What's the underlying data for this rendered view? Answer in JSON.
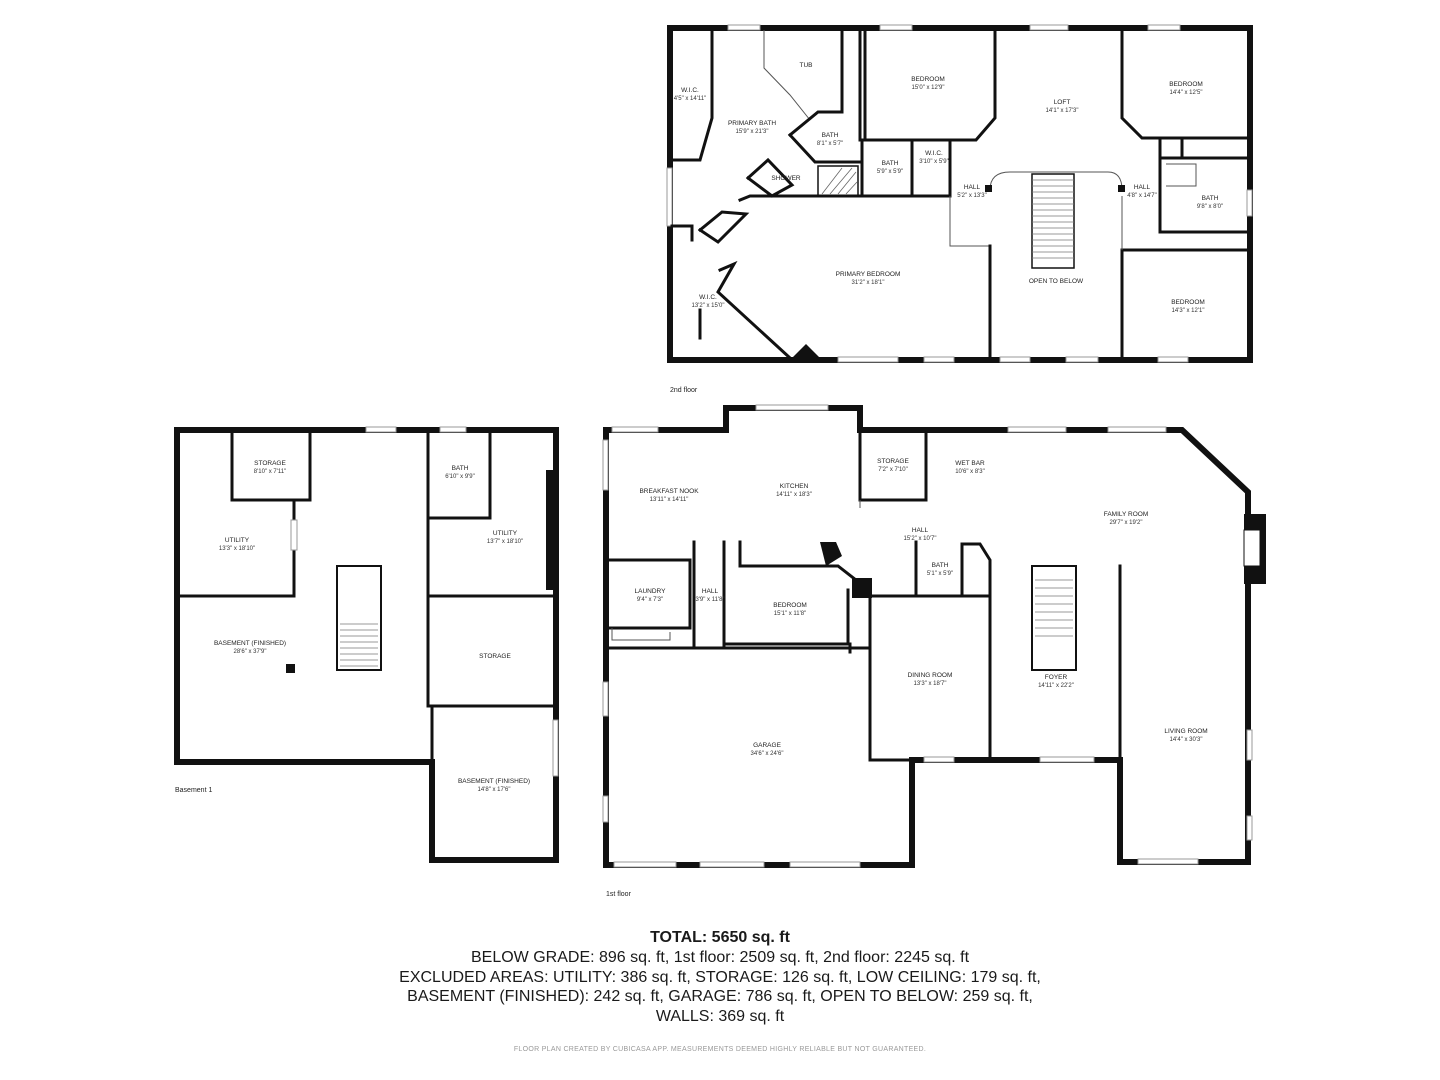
{
  "floors": {
    "second": {
      "label": "2nd floor",
      "rooms": [
        {
          "name": "TUB",
          "dims": ""
        },
        {
          "name": "W.I.C.",
          "dims": "4'5\" x 14'11\""
        },
        {
          "name": "PRIMARY BATH",
          "dims": "15'9\" x 21'3\""
        },
        {
          "name": "BATH",
          "dims": "8'1\" x 5'7\""
        },
        {
          "name": "BEDROOM",
          "dims": "15'0\" x 12'9\""
        },
        {
          "name": "BATH",
          "dims": "5'9\" x 5'9\""
        },
        {
          "name": "W.I.C.",
          "dims": "3'10\" x 5'9\""
        },
        {
          "name": "SHOWER",
          "dims": ""
        },
        {
          "name": "LOFT",
          "dims": "14'1\" x 17'3\""
        },
        {
          "name": "HALL",
          "dims": "5'2\" x 13'3\""
        },
        {
          "name": "HALL",
          "dims": "4'8\" x 14'7\""
        },
        {
          "name": "BEDROOM",
          "dims": "14'4\" x 12'5\""
        },
        {
          "name": "BATH",
          "dims": "9'8\" x 8'0\""
        },
        {
          "name": "PRIMARY BEDROOM",
          "dims": "31'2\" x 18'1\""
        },
        {
          "name": "W.I.C.",
          "dims": "13'2\" x 15'0\""
        },
        {
          "name": "OPEN TO BELOW",
          "dims": ""
        },
        {
          "name": "BEDROOM",
          "dims": "14'3\" x 12'1\""
        }
      ]
    },
    "basement": {
      "label": "Basement 1",
      "rooms": [
        {
          "name": "STORAGE",
          "dims": "8'10\" x 7'11\""
        },
        {
          "name": "BATH",
          "dims": "6'10\" x 9'9\""
        },
        {
          "name": "UTILITY",
          "dims": "13'3\" x 18'10\""
        },
        {
          "name": "UTILITY",
          "dims": "13'7\" x 18'10\""
        },
        {
          "name": "BASEMENT (FINISHED)",
          "dims": "28'6\" x 37'9\""
        },
        {
          "name": "STORAGE",
          "dims": ""
        },
        {
          "name": "BASEMENT (FINISHED)",
          "dims": "14'8\" x 17'6\""
        }
      ]
    },
    "first": {
      "label": "1st floor",
      "rooms": [
        {
          "name": "BREAKFAST NOOK",
          "dims": "13'11\" x 14'11\""
        },
        {
          "name": "KITCHEN",
          "dims": "14'11\" x 18'3\""
        },
        {
          "name": "STORAGE",
          "dims": "7'2\" x 7'10\""
        },
        {
          "name": "WET BAR",
          "dims": "10'6\" x 8'3\""
        },
        {
          "name": "FAMILY ROOM",
          "dims": "29'7\" x 19'2\""
        },
        {
          "name": "HALL",
          "dims": "15'2\" x 10'7\""
        },
        {
          "name": "BATH",
          "dims": "5'1\" x 5'9\""
        },
        {
          "name": "LAUNDRY",
          "dims": "9'4\" x 7'3\""
        },
        {
          "name": "HALL",
          "dims": "3'9\" x 11'8\""
        },
        {
          "name": "BEDROOM",
          "dims": "15'1\" x 11'8\""
        },
        {
          "name": "DINING ROOM",
          "dims": "13'3\" x 18'7\""
        },
        {
          "name": "FOYER",
          "dims": "14'11\" x 22'2\""
        },
        {
          "name": "LIVING ROOM",
          "dims": "14'4\" x 30'3\""
        },
        {
          "name": "GARAGE",
          "dims": "34'6\" x 24'6\""
        }
      ]
    }
  },
  "summary": {
    "title": "TOTAL: 5650 sq. ft",
    "lines": [
      "BELOW GRADE: 896 sq. ft, 1st floor: 2509 sq. ft, 2nd floor: 2245 sq. ft",
      "EXCLUDED AREAS: UTILITY: 386 sq. ft, STORAGE: 126 sq. ft, LOW CEILING: 179 sq. ft,",
      "BASEMENT (FINISHED): 242 sq. ft, GARAGE: 786 sq. ft, OPEN TO BELOW: 259 sq. ft,",
      "WALLS: 369 sq. ft"
    ]
  },
  "disclaimer": "FLOOR PLAN CREATED BY CUBICASA APP. MEASUREMENTS DEEMED HIGHLY RELIABLE BUT NOT GUARANTEED."
}
